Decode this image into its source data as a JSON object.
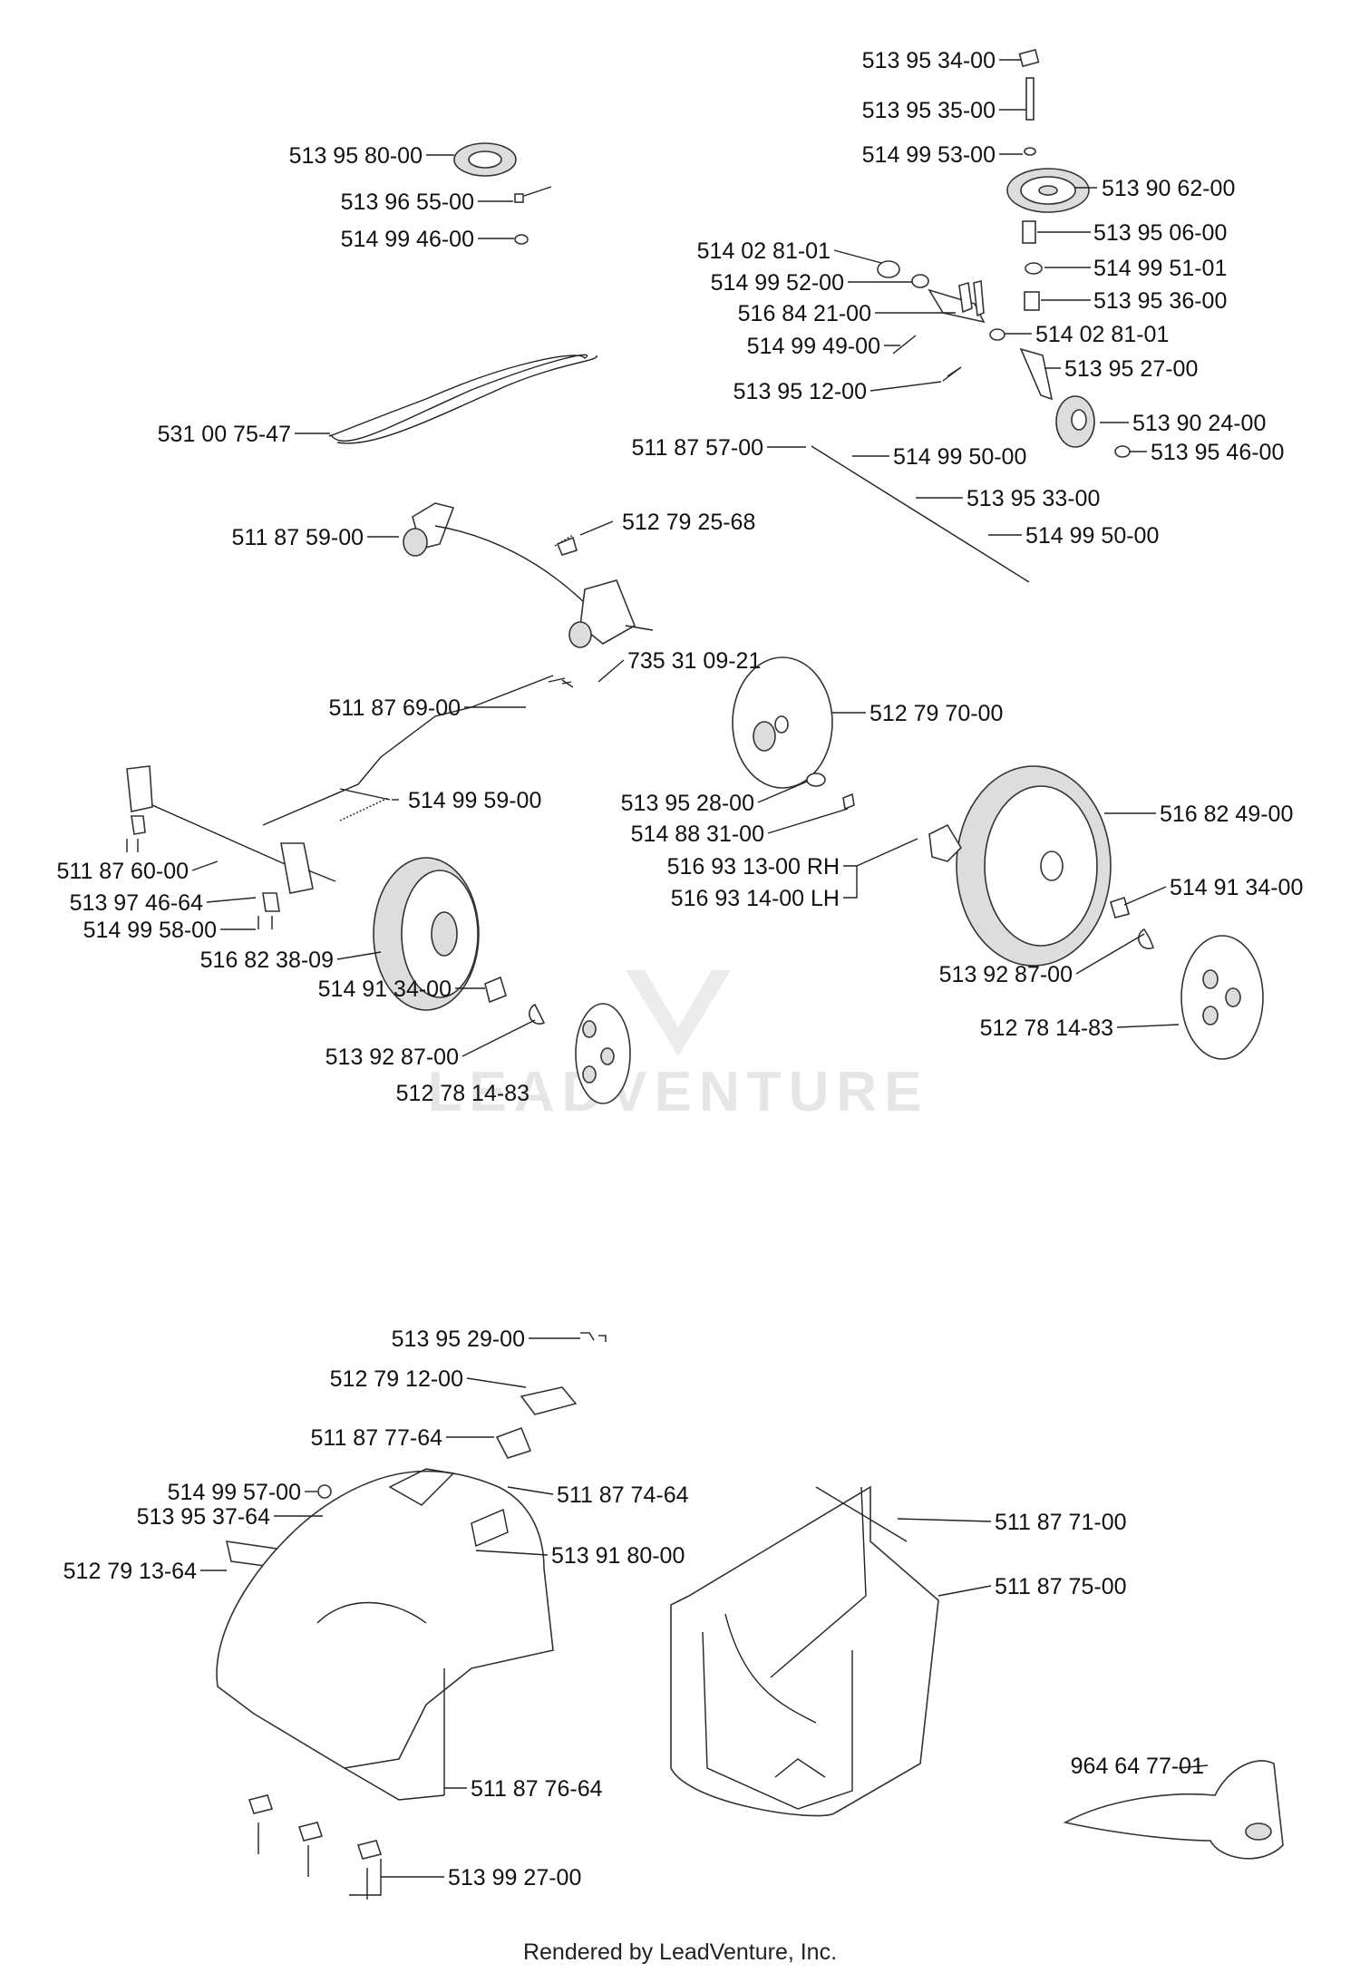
{
  "footer": {
    "credit": "Rendered by LeadVenture, Inc."
  },
  "watermark": {
    "text": "LEADVENTURE"
  },
  "parts": [
    "513 95 34-00",
    "513 95 35-00",
    "514 99 53-00",
    "513 90 62-00",
    "513 95 80-00",
    "513 96 55-00",
    "514 99 46-00",
    "513 95 06-00",
    "514 02 81-01",
    "514 99 52-00",
    "514 99 51-01",
    "516 84 21-00",
    "513 95 36-00",
    "514 99 49-00",
    "514 02 81-01",
    "513 95 12-00",
    "513 95 27-00",
    "531 00 75-47",
    "513 90 24-00",
    "511 87 57-00",
    "514 99 50-00",
    "513 95 46-00",
    "513 95 33-00",
    "511 87 59-00",
    "512 79 25-68",
    "514 99 50-00",
    "735 31 09-21",
    "511 87 69-00",
    "512 79 70-00",
    "514 99 59-00",
    "513 95 28-00",
    "516 82 49-00",
    "514 88 31-00",
    "516 93 13-00 RH",
    "516 93 14-00 LH",
    "511 87 60-00",
    "514 91 34-00",
    "513 97 46-64",
    "514 99 58-00",
    "516 82 38-09",
    "513 92 87-00",
    "514 91 34-00",
    "512 78 14-83",
    "513 92 87-00",
    "512 78 14-83",
    "513 95 29-00",
    "512 79 12-00",
    "511 87 77-64",
    "514 99 57-00",
    "511 87 74-64",
    "513 95 37-64",
    "511 87 71-00",
    "513 91 80-00",
    "512 79 13-64",
    "511 87 75-00",
    "964 64 77-01",
    "511 87 76-64",
    "513 99 27-00"
  ]
}
